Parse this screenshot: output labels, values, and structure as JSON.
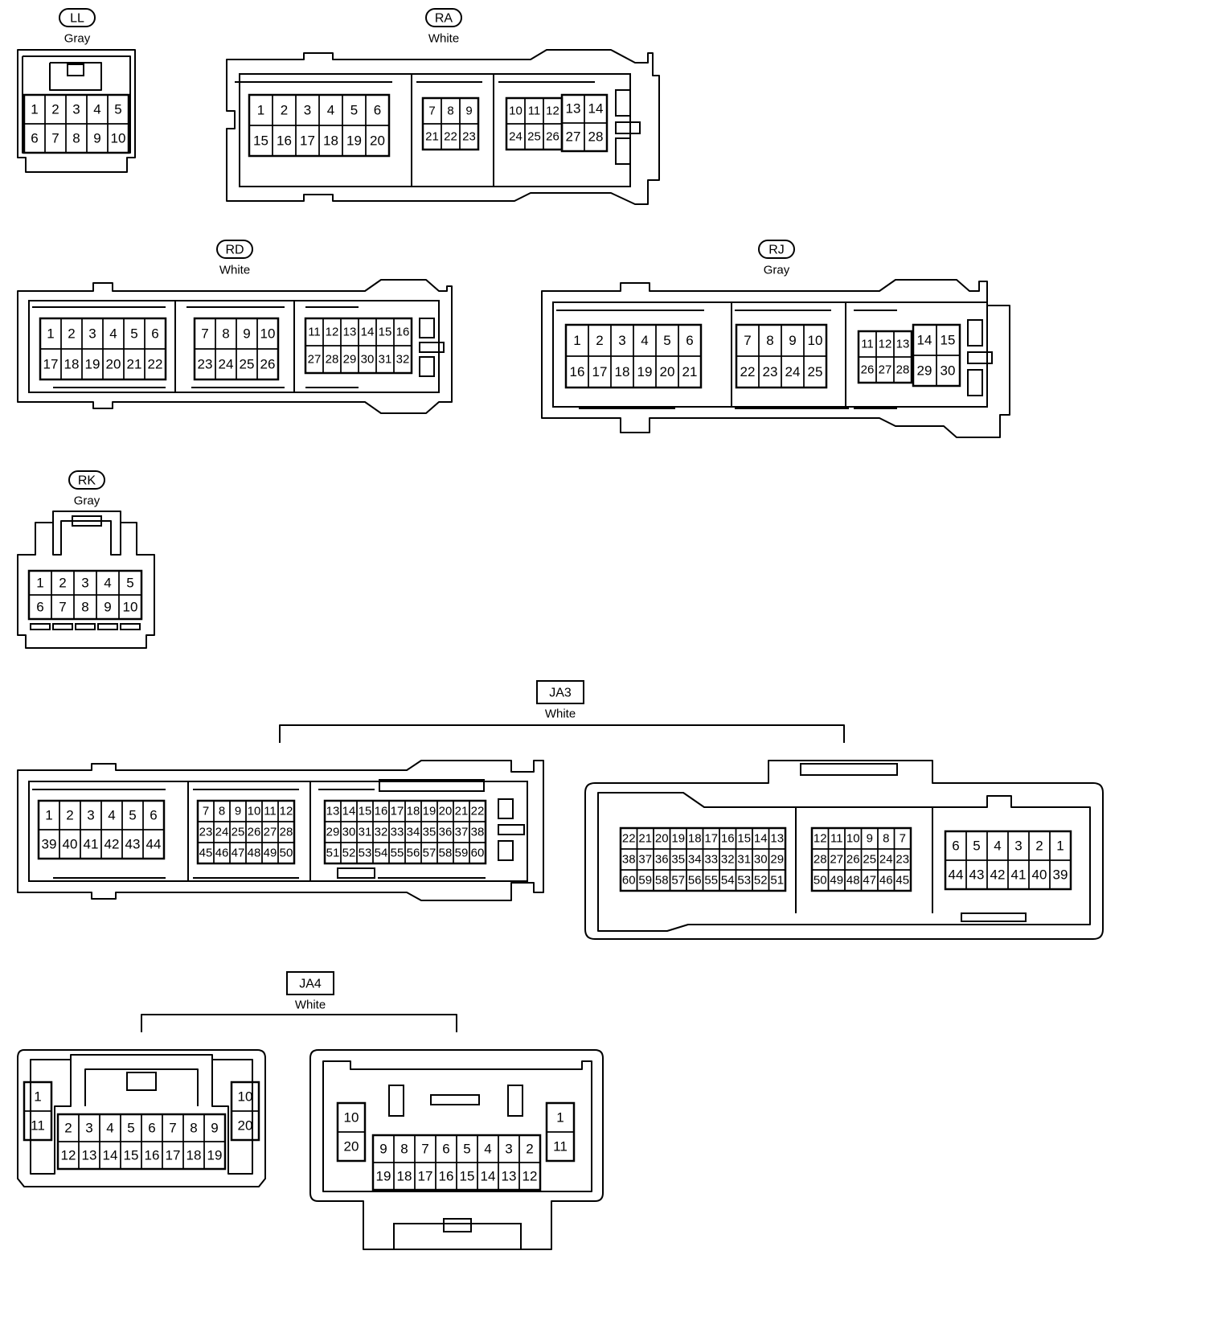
{
  "connectors": {
    "LL": {
      "code": "LL",
      "color": "Gray",
      "rows": [
        [
          "1",
          "2",
          "3",
          "4",
          "5"
        ],
        [
          "6",
          "7",
          "8",
          "9",
          "10"
        ]
      ]
    },
    "RA": {
      "code": "RA",
      "color": "White",
      "groups": [
        [
          [
            "1",
            "2",
            "3",
            "4",
            "5",
            "6"
          ],
          [
            "15",
            "16",
            "17",
            "18",
            "19",
            "20"
          ]
        ],
        [
          [
            "7",
            "8",
            "9"
          ],
          [
            "21",
            "22",
            "23"
          ]
        ],
        [
          [
            "10",
            "11",
            "12",
            "13",
            "14"
          ],
          [
            "24",
            "25",
            "26",
            "27",
            "28"
          ]
        ]
      ]
    },
    "RD": {
      "code": "RD",
      "color": "White",
      "groups": [
        [
          [
            "1",
            "2",
            "3",
            "4",
            "5",
            "6"
          ],
          [
            "17",
            "18",
            "19",
            "20",
            "21",
            "22"
          ]
        ],
        [
          [
            "7",
            "8",
            "9",
            "10"
          ],
          [
            "23",
            "24",
            "25",
            "26"
          ]
        ],
        [
          [
            "11",
            "12",
            "13",
            "14",
            "15",
            "16"
          ],
          [
            "27",
            "28",
            "29",
            "30",
            "31",
            "32"
          ]
        ]
      ]
    },
    "RJ": {
      "code": "RJ",
      "color": "Gray",
      "groups": [
        [
          [
            "1",
            "2",
            "3",
            "4",
            "5",
            "6"
          ],
          [
            "16",
            "17",
            "18",
            "19",
            "20",
            "21"
          ]
        ],
        [
          [
            "7",
            "8",
            "9",
            "10"
          ],
          [
            "22",
            "23",
            "24",
            "25"
          ]
        ],
        [
          [
            "11",
            "12",
            "13",
            "14",
            "15"
          ],
          [
            "26",
            "27",
            "28",
            "29",
            "30"
          ]
        ]
      ]
    },
    "RK": {
      "code": "RK",
      "color": "Gray",
      "rows": [
        [
          "1",
          "2",
          "3",
          "4",
          "5"
        ],
        [
          "6",
          "7",
          "8",
          "9",
          "10"
        ]
      ]
    },
    "JA3": {
      "code": "JA3",
      "color": "White",
      "left": [
        [
          [
            "1",
            "2",
            "3",
            "4",
            "5",
            "6"
          ],
          [
            "39",
            "40",
            "41",
            "42",
            "43",
            "44"
          ]
        ],
        [
          [
            "7",
            "8",
            "9",
            "10",
            "11",
            "12"
          ],
          [
            "23",
            "24",
            "25",
            "26",
            "27",
            "28"
          ],
          [
            "45",
            "46",
            "47",
            "48",
            "49",
            "50"
          ]
        ],
        [
          [
            "13",
            "14",
            "15",
            "16",
            "17",
            "18",
            "19",
            "20",
            "21",
            "22"
          ],
          [
            "29",
            "30",
            "31",
            "32",
            "33",
            "34",
            "35",
            "36",
            "37",
            "38"
          ],
          [
            "51",
            "52",
            "53",
            "54",
            "55",
            "56",
            "57",
            "58",
            "59",
            "60"
          ]
        ]
      ],
      "right": [
        [
          [
            "22",
            "21",
            "20",
            "19",
            "18",
            "17",
            "16",
            "15",
            "14",
            "13"
          ],
          [
            "38",
            "37",
            "36",
            "35",
            "34",
            "33",
            "32",
            "31",
            "30",
            "29"
          ],
          [
            "60",
            "59",
            "58",
            "57",
            "56",
            "55",
            "54",
            "53",
            "52",
            "51"
          ]
        ],
        [
          [
            "12",
            "11",
            "10",
            "9",
            "8",
            "7"
          ],
          [
            "28",
            "27",
            "26",
            "25",
            "24",
            "23"
          ],
          [
            "50",
            "49",
            "48",
            "47",
            "46",
            "45"
          ]
        ],
        [
          [
            "6",
            "5",
            "4",
            "3",
            "2",
            "1"
          ],
          [
            "44",
            "43",
            "42",
            "41",
            "40",
            "39"
          ]
        ]
      ]
    },
    "JA4": {
      "code": "JA4",
      "color": "White",
      "left": {
        "side_left": [
          "1",
          "11"
        ],
        "side_right": [
          "10",
          "20"
        ],
        "center": [
          [
            "2",
            "3",
            "4",
            "5",
            "6",
            "7",
            "8",
            "9"
          ],
          [
            "12",
            "13",
            "14",
            "15",
            "16",
            "17",
            "18",
            "19"
          ]
        ]
      },
      "right": {
        "side_left": [
          "10",
          "20"
        ],
        "side_right": [
          "1",
          "11"
        ],
        "center": [
          [
            "9",
            "8",
            "7",
            "6",
            "5",
            "4",
            "3",
            "2"
          ],
          [
            "19",
            "18",
            "17",
            "16",
            "15",
            "14",
            "13",
            "12"
          ]
        ]
      }
    }
  }
}
